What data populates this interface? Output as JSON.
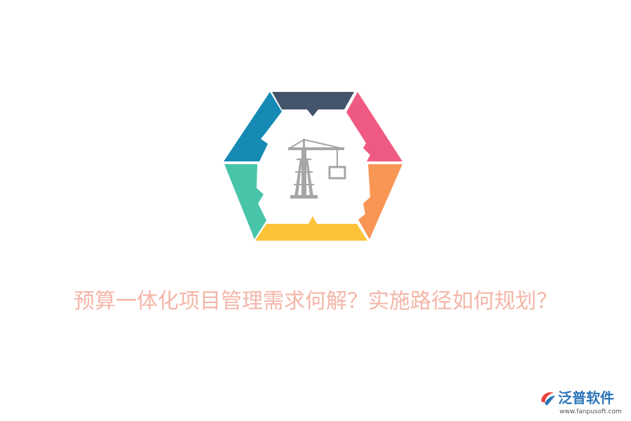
{
  "headline": {
    "text": "预算一体化项目管理需求何解？实施路径如何规划？",
    "color": "#f4b6a8"
  },
  "graphic": {
    "center_icon": "crane-icon",
    "icon_color": "#a6a6a6",
    "segments": [
      {
        "name": "top",
        "color": "#44546a"
      },
      {
        "name": "upper-right",
        "color": "#ef5a82"
      },
      {
        "name": "lower-right",
        "color": "#f99655"
      },
      {
        "name": "bottom",
        "color": "#fec23a"
      },
      {
        "name": "lower-left",
        "color": "#48c5a9"
      },
      {
        "name": "upper-left",
        "color": "#168ab4"
      }
    ]
  },
  "brand": {
    "name": "泛普软件",
    "url": "www.fanpusoft.com",
    "logo_icon": "fanpu-logo-icon",
    "name_color": "#2a74b8",
    "url_color": "#555555",
    "logo_colors": [
      "#e8413b",
      "#2a74b8"
    ]
  }
}
